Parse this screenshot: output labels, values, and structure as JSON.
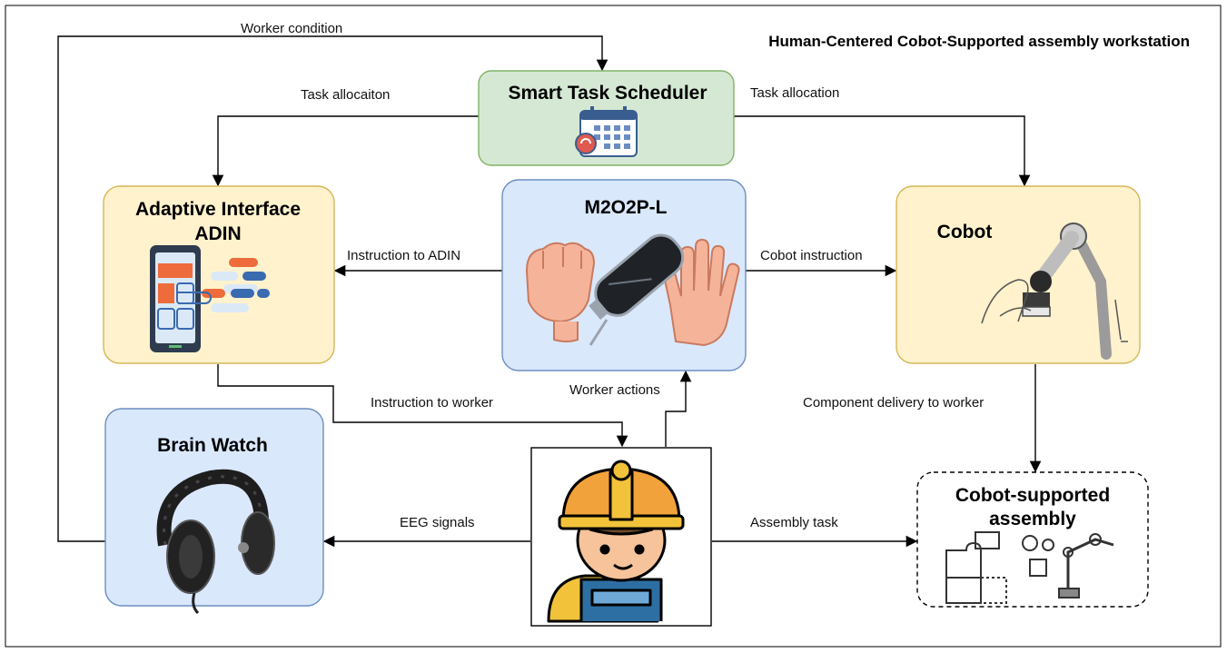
{
  "title": "Human-Centered Cobot-Supported assembly workstation",
  "nodes": {
    "scheduler": {
      "label": "Smart Task Scheduler",
      "icon": "calendar-icon",
      "fill": "#d5e8d4",
      "stroke": "#82b366"
    },
    "adin": {
      "label_line1": "Adaptive Interface",
      "label_line2": "ADIN",
      "icon": "mobile-interface-icon",
      "fill": "#fff2cc",
      "stroke": "#d6b656"
    },
    "m2o2p": {
      "label": "M2O2P-L",
      "icon": "hands-and-sensor-icon",
      "fill": "#dae8fc",
      "stroke": "#6c8ebf"
    },
    "cobot": {
      "label": "Cobot",
      "icon": "robot-arm-icon",
      "fill": "#fff2cc",
      "stroke": "#d6b656"
    },
    "brainwatch": {
      "label": "Brain Watch",
      "icon": "eeg-headset-icon",
      "fill": "#dae8fc",
      "stroke": "#6c8ebf"
    },
    "worker": {
      "icon": "worker-icon",
      "fill": "#ffffff",
      "stroke": "#000000"
    },
    "assembly": {
      "label_line1": "Cobot-supported",
      "label_line2": "assembly",
      "icon": "puzzle-and-robot-icon",
      "fill": "#ffffff",
      "stroke": "#000000"
    }
  },
  "edges": {
    "worker_condition": "Worker condition",
    "task_allocation_left": "Task allocaiton",
    "task_allocation_right": "Task allocation",
    "instruction_to_adin": "Instruction to ADIN",
    "cobot_instruction": "Cobot instruction",
    "instruction_to_worker": "Instruction to worker",
    "worker_actions": "Worker actions",
    "component_delivery": "Component delivery to worker",
    "eeg_signals": "EEG signals",
    "assembly_task": "Assembly task"
  }
}
